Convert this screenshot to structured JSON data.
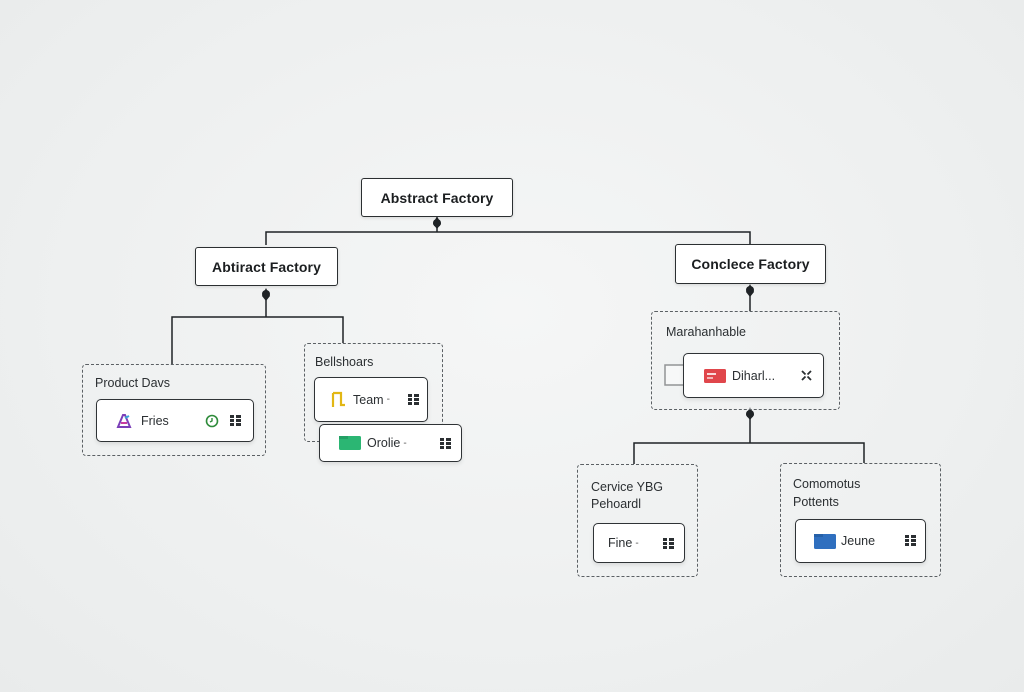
{
  "nodes": {
    "root": "Abstract Factory",
    "left_factory": "Abtiract Factory",
    "right_factory": "Conclece Factory"
  },
  "groups": {
    "product_davs": {
      "title": "Product Davs",
      "item": "Fries"
    },
    "bellshoars": {
      "title": "Bellshoars",
      "items": [
        "Team",
        "Orolie"
      ]
    },
    "marahanhable": {
      "title": "Marahanhable",
      "item": "Diharl..."
    },
    "cervice": {
      "title_line1": "Cervice YBG",
      "title_line2": "Pehoardl",
      "item": "Fine"
    },
    "comomotus": {
      "title_line1": "Comomotus",
      "title_line2": "Pottents",
      "item": "Jeune"
    }
  },
  "colors": {
    "line": "#1f2326",
    "team_icon": "#e2b714",
    "orolie_icon": "#2bb673",
    "diharl_icon": "#e0464b",
    "jeune_icon": "#2f6fbf",
    "fries_icon": "#7b3fb8",
    "fries_status": "#2e8b3a"
  },
  "icons": {
    "fries": "product-logo-icon",
    "fries_status": "clock-icon",
    "grid": "grid-icon",
    "team": "flag-icon",
    "orolie": "folder-icon",
    "diharl": "card-icon",
    "diharl_close": "collapse-icon",
    "jeune": "folder-icon"
  }
}
